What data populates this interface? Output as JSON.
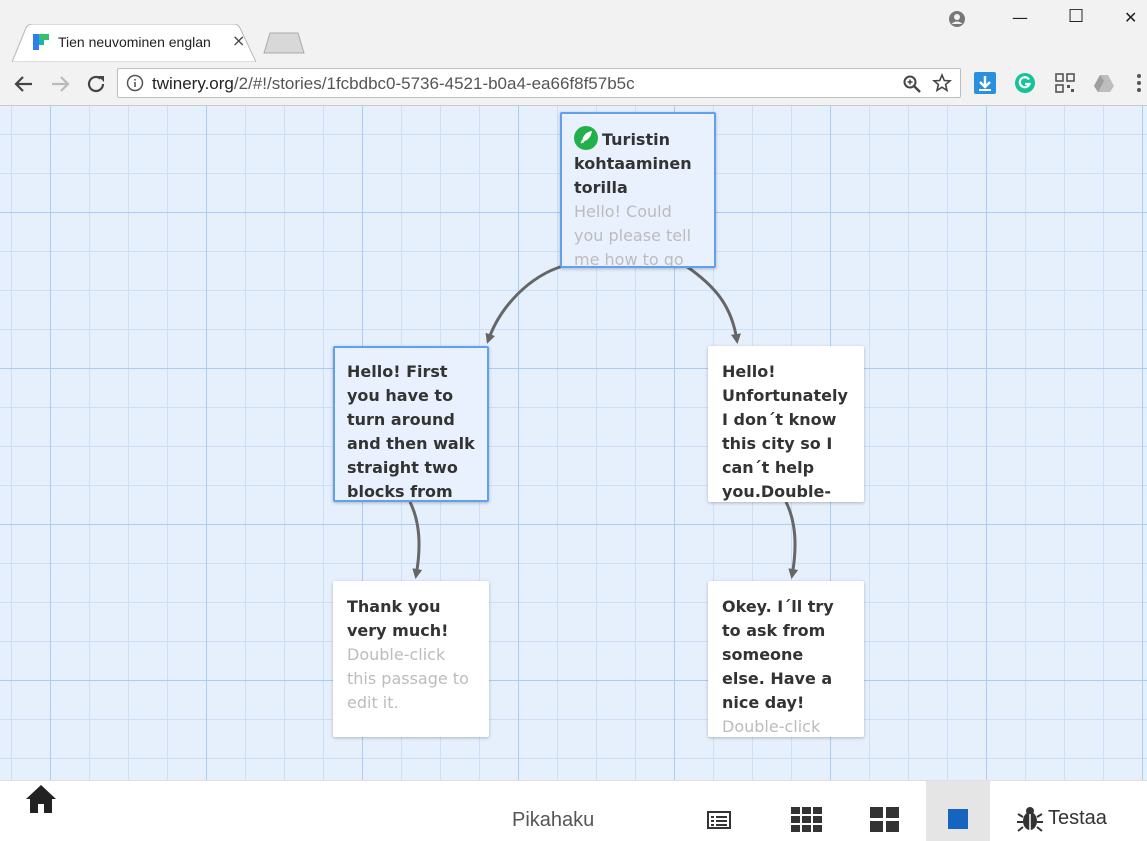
{
  "browser": {
    "tab_title": "Tien neuvominen englan",
    "tab_close": "×",
    "url_domain": "twinery.org",
    "url_path": "/2/#!/stories/1fcbdbc0-5736-4521-b0a4-ea66f8f57b5c",
    "window_controls": {
      "minimize": "—",
      "maximize": "☐",
      "close": "✕"
    },
    "extensions": [
      "download-extension-icon",
      "grammarly-icon",
      "qr-code-icon",
      "google-drive-icon"
    ]
  },
  "passages": [
    {
      "title": "Turistin kohtaaminen torilla",
      "excerpt": "Hello! Could you please tell me how to go to",
      "start": true,
      "selected": true
    },
    {
      "title": "Hello! First you have to turn around and then walk straight two blocks from",
      "excerpt": "",
      "start": false,
      "selected": true
    },
    {
      "title": "Hello! Unfortunately I don´t know this city so I can´t help you.Double-",
      "excerpt": "",
      "start": false,
      "selected": false
    },
    {
      "title": "Thank you very much!",
      "excerpt": "Double-click this passage to edit it.",
      "start": false,
      "selected": false
    },
    {
      "title": "Okey. I´ll try to ask from someone else. Have a nice day!",
      "excerpt": "Double-click",
      "start": false,
      "selected": false
    }
  ],
  "links": [
    {
      "from": "Turistin kohtaaminen torilla",
      "to": "Hello! First you have to turn around and then walk straight two blocks from"
    },
    {
      "from": "Turistin kohtaaminen torilla",
      "to": "Hello! Unfortunately I don´t know this city so I can´t help you.Double-"
    },
    {
      "from": "Hello! First you have to turn around and then walk straight two blocks from",
      "to": "Thank you very much!"
    },
    {
      "from": "Hello! Unfortunately I don´t know this city so I can´t help you.Double-",
      "to": "Okey. I´ll try to ask from someone else. Have a nice day!"
    }
  ],
  "toolbar": {
    "quick_search_label": "Pikahaku",
    "test_label": "Testaa",
    "active_zoom": "largest"
  },
  "colors": {
    "canvas_bg": "#e6effc",
    "grid_major": "#a9cdf3",
    "selected_border": "#5fa0ef",
    "arrow": "#666666",
    "start_icon": "#22b04b",
    "zoom_active": "#1565c0"
  }
}
